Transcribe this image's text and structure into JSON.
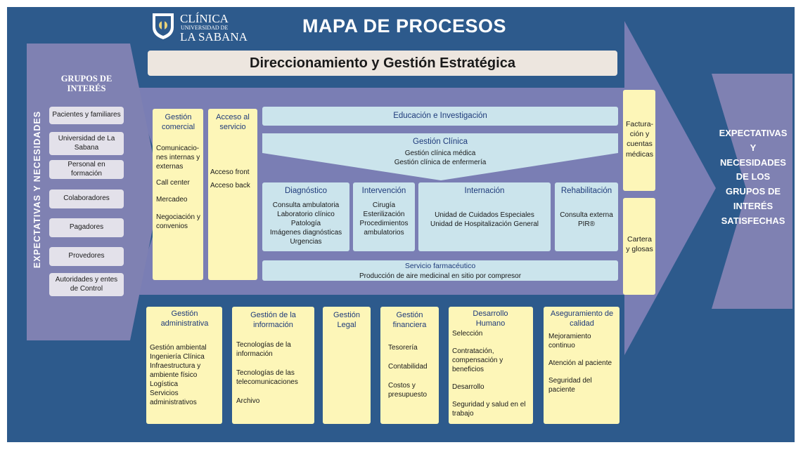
{
  "logo": {
    "line1": "CLÍNICA",
    "line2": "UNIVERSIDAD DE",
    "line3": "LA SABANA"
  },
  "title": "MAPA DE PROCESOS",
  "strategic_bar": "Direccionamiento y Gestión Estratégica",
  "left_panel": {
    "title_line1": "GRUPOS DE",
    "title_line2": "INTERÉS",
    "vertical_label": "EXPECTATIVAS Y NECESIDADES",
    "stakeholders": [
      "Pacientes y familiares",
      "Universidad de La Sabana",
      "Personal en formación",
      "Colaboradores",
      "Pagadores",
      "Provedores",
      "Autoridades y entes de Control"
    ]
  },
  "gestion_comercial": {
    "title": "Gestión comercial",
    "items": [
      "Comunicacio-nes internas y externas",
      "Call center",
      "Mercadeo",
      "Negociación y convenios"
    ]
  },
  "acceso_servicio": {
    "title": "Acceso al servicio",
    "items": [
      "Acceso front",
      "Acceso back"
    ]
  },
  "educacion": "Educación e Investigación",
  "gestion_clinica": {
    "title": "Gestión Clínica",
    "items": [
      "Gestión clínica médica",
      "Gestión clínica de enfermería"
    ]
  },
  "diagnostico": {
    "title": "Diagnóstico",
    "items": [
      "Consulta ambulatoria",
      "Laboratorio clínico",
      "Patología",
      "Imágenes diagnósticas",
      "Urgencias"
    ]
  },
  "intervencion": {
    "title": "Intervención",
    "items": [
      "Cirugía",
      "Esterilización",
      "Procedimientos ambulatorios"
    ]
  },
  "internacion": {
    "title": "Internación",
    "items": [
      "Unidad de Cuidados Especiales",
      "Unidad de Hospitalización General"
    ]
  },
  "rehabilitacion": {
    "title": "Rehabilitación",
    "items": [
      "Consulta externa",
      "PIR®"
    ]
  },
  "servicio_farmaceutico": {
    "title": "Servicio farmacéutico",
    "item": "Producción de aire medicinal en sitio por compresor"
  },
  "facturacion": "Factura-ción y cuentas médicas",
  "cartera": "Cartera y glosas",
  "support": {
    "administrativa": {
      "title": "Gestión administrativa",
      "items": [
        "Gestión ambiental",
        "Ingeniería Clínica",
        "Infraestructura y ambiente físico",
        "Logística",
        "Servicios administrativos"
      ]
    },
    "informacion": {
      "title": "Gestión de la información",
      "items": [
        "Tecnologías de la información",
        "Tecnologías de las telecomunicaciones",
        "Archivo"
      ]
    },
    "legal": {
      "title": "Gestión Legal"
    },
    "financiera": {
      "title": "Gestión financiera",
      "items": [
        "Tesorería",
        "Contabilidad",
        "Costos y presupuesto"
      ]
    },
    "humano": {
      "title": "Desarrollo Humano",
      "items": [
        "Selección",
        "Contratación, compensación y beneficios",
        "Desarrollo",
        "Seguridad y salud en el trabajo"
      ]
    },
    "calidad": {
      "title": "Aseguramiento de calidad",
      "items": [
        "Mejoramiento continuo",
        "Atención al paciente",
        "Seguridad del paciente"
      ]
    }
  },
  "result_lines": [
    "EXPECTATIVAS",
    "Y",
    "NECESIDADES",
    "DE LOS",
    "GRUPOS DE",
    "INTERÉS",
    "SATISFECHAS"
  ],
  "colors": {
    "background": "#2d5a8c",
    "arrow": "#7a7eb4",
    "right_panel": "#7f81b2",
    "yellow": "#fdf6b8",
    "light_blue": "#cbe4ec",
    "beige": "#ede6df",
    "stakeholder_box": "#e3e1ea",
    "heading_blue": "#1e3a7a"
  }
}
